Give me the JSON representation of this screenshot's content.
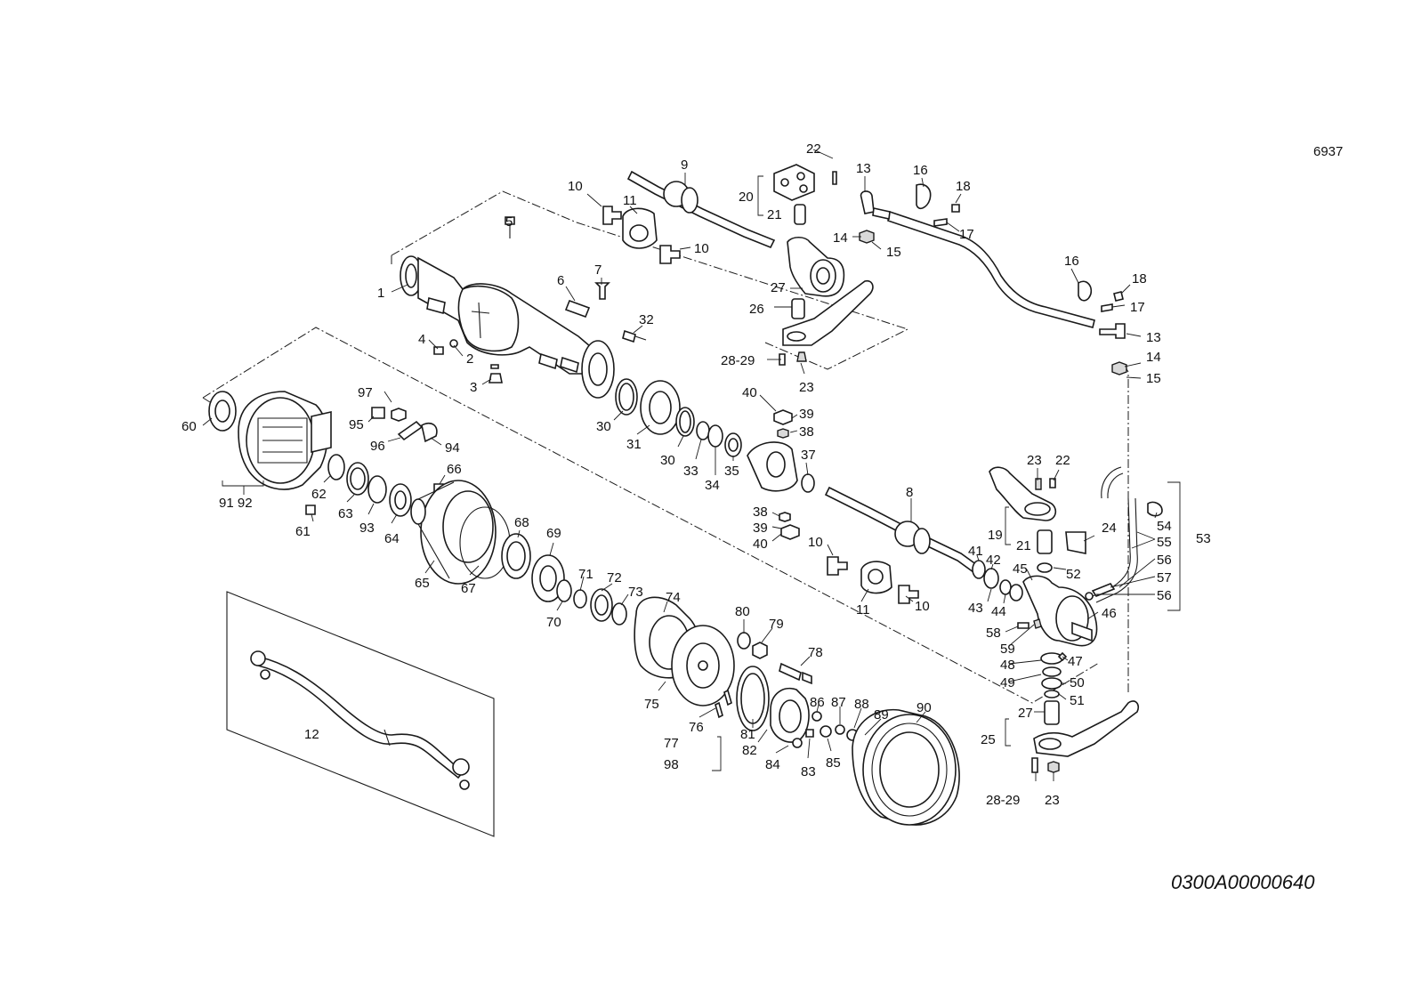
{
  "diagram": {
    "sheet_number": "6937",
    "document_code": "0300A00000640",
    "labels": {
      "l1": "1",
      "l2": "2",
      "l3": "3",
      "l4": "4",
      "l5": "5",
      "l6": "6",
      "l7": "7",
      "l8": "8",
      "l9": "9",
      "l10a": "10",
      "l10b": "10",
      "l10c": "10",
      "l10d": "10",
      "l11a": "11",
      "l11b": "11",
      "l12": "12",
      "l13a": "13",
      "l13b": "13",
      "l14a": "14",
      "l14b": "14",
      "l15a": "15",
      "l15b": "15",
      "l16a": "16",
      "l16b": "16",
      "l17a": "17",
      "l17b": "17",
      "l18a": "18",
      "l18b": "18",
      "l19": "19",
      "l20": "20",
      "l21a": "21",
      "l21b": "21",
      "l22a": "22",
      "l22b": "22",
      "l23a": "23",
      "l23b": "23",
      "l23c": "23",
      "l24": "24",
      "l25": "25",
      "l26": "26",
      "l27a": "27",
      "l27b": "27",
      "l2829a": "28-29",
      "l2829b": "28-29",
      "l30a": "30",
      "l30b": "30",
      "l31": "31",
      "l32": "32",
      "l33": "33",
      "l34": "34",
      "l35": "35",
      "l37": "37",
      "l38a": "38",
      "l38b": "38",
      "l39a": "39",
      "l39b": "39",
      "l40a": "40",
      "l40b": "40",
      "l41": "41",
      "l42": "42",
      "l43": "43",
      "l44": "44",
      "l45": "45",
      "l46": "46",
      "l47": "47",
      "l48": "48",
      "l49": "49",
      "l50": "50",
      "l51": "51",
      "l52": "52",
      "l53": "53",
      "l54": "54",
      "l55": "55",
      "l56a": "56",
      "l56b": "56",
      "l57": "57",
      "l58": "58",
      "l59": "59",
      "l60": "60",
      "l61": "61",
      "l62": "62",
      "l63": "63",
      "l64": "64",
      "l65": "65",
      "l66": "66",
      "l67": "67",
      "l68": "68",
      "l69": "69",
      "l70": "70",
      "l71": "71",
      "l72": "72",
      "l73": "73",
      "l74": "74",
      "l75": "75",
      "l76": "76",
      "l77": "77",
      "l78": "78",
      "l79": "79",
      "l80": "80",
      "l81": "81",
      "l82": "82",
      "l83": "83",
      "l84": "84",
      "l85": "85",
      "l86": "86",
      "l87": "87",
      "l88": "88",
      "l89": "89",
      "l90": "90",
      "l9192": "91 92",
      "l93": "93",
      "l94": "94",
      "l95": "95",
      "l96": "96",
      "l97": "97",
      "l98": "98"
    }
  }
}
